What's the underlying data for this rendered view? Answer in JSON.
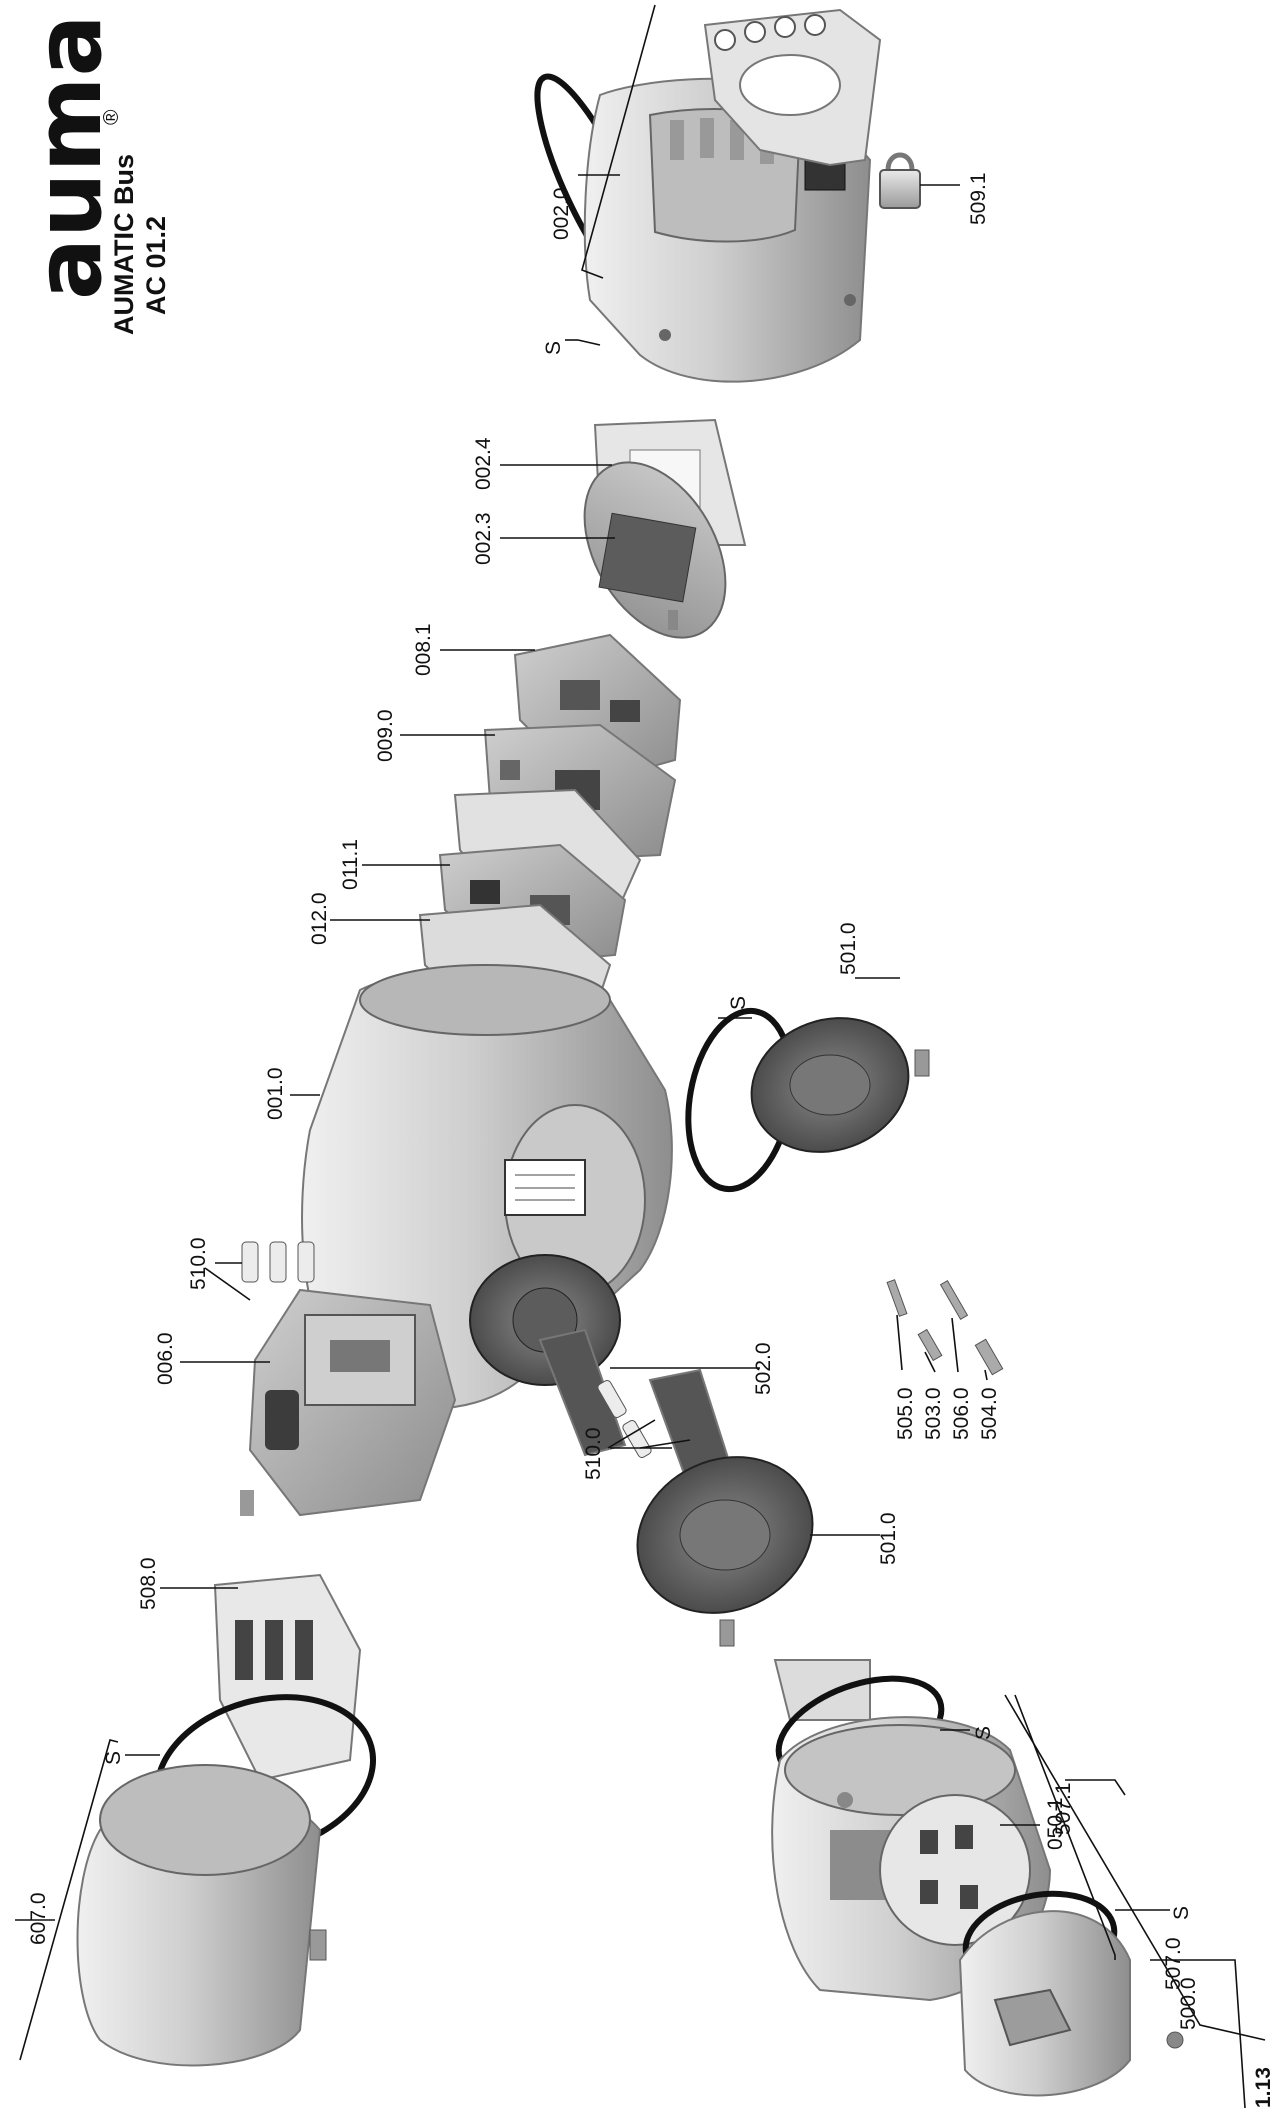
{
  "header": {
    "brand": "auma",
    "registered": "®",
    "product_line": "AUMATIC Bus",
    "model": "AC 01.2"
  },
  "page_number": "1.13",
  "labels": {
    "l_002_0": "002.0",
    "l_509_1": "509.1",
    "s_cover_top": "S",
    "l_002_4": "002.4",
    "l_002_3": "002.3",
    "l_008_1": "008.1",
    "l_009_0": "009.0",
    "l_011_1": "011.1",
    "l_012_0": "012.0",
    "l_001_0": "001.0",
    "s_housing": "S",
    "l_501_0_top": "501.0",
    "l_502_0": "502.0",
    "l_510_0_top": "510.0",
    "l_006_0": "006.0",
    "l_508_0": "508.0",
    "l_607_0": "607.0",
    "s_607": "S",
    "l_510_0_mid": "510.0",
    "l_501_0_low": "501.0",
    "l_505_0": "505.0",
    "l_503_0": "503.0",
    "l_506_0": "506.0",
    "l_504_0": "504.0",
    "s_507": "S",
    "l_507_1": "507.1",
    "l_507_0": "507.0",
    "l_050_1": "050.1",
    "s_500": "S",
    "l_500_0": "500.0"
  },
  "parts": [
    {
      "id": "002.0",
      "name": "cover-with-local-controls"
    },
    {
      "id": "509.1",
      "name": "padlock"
    },
    {
      "id": "002.4",
      "name": "display-panel-foil"
    },
    {
      "id": "002.3",
      "name": "local-controls-board"
    },
    {
      "id": "008.1",
      "name": "fieldbus-board"
    },
    {
      "id": "009.0",
      "name": "logic-board"
    },
    {
      "id": "011.1",
      "name": "relay-board"
    },
    {
      "id": "012.0",
      "name": "optional-board"
    },
    {
      "id": "001.0",
      "name": "housing"
    },
    {
      "id": "501.0",
      "name": "socket-carrier"
    },
    {
      "id": "502.0",
      "name": "pin-carrier"
    },
    {
      "id": "510.0",
      "name": "fuse-kit"
    },
    {
      "id": "006.0",
      "name": "power-supply"
    },
    {
      "id": "508.0",
      "name": "switchgear"
    },
    {
      "id": "607.0",
      "name": "cover"
    },
    {
      "id": "505.0",
      "name": "control-pin"
    },
    {
      "id": "503.0",
      "name": "control-socket"
    },
    {
      "id": "506.0",
      "name": "power-pin"
    },
    {
      "id": "504.0",
      "name": "power-socket"
    },
    {
      "id": "507.0",
      "name": "electrical-connection-frame"
    },
    {
      "id": "507.1",
      "name": "frame"
    },
    {
      "id": "050.1",
      "name": "terminal-board"
    },
    {
      "id": "500.0",
      "name": "connection-cover"
    }
  ],
  "colors": {
    "ink": "#111111",
    "metal_light": "#d9d9d9",
    "metal_mid": "#b4b4b4",
    "metal_dark": "#6f6f6f",
    "board": "#a9a9a9"
  }
}
